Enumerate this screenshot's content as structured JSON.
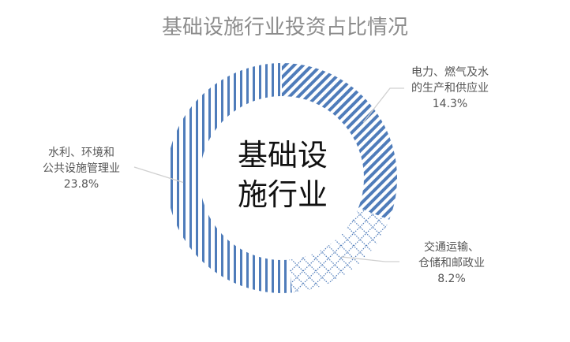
{
  "chart_data": {
    "type": "pie",
    "variant": "doughnut",
    "title": "基础设施行业投资占比情况",
    "center_label": [
      "基础设",
      "施行业"
    ],
    "slices": [
      {
        "name_lines": [
          "电力、燃气及水",
          "的生产和供应业"
        ],
        "name": "电力、燃气及水的生产和供应业",
        "value": 14.3,
        "label": "14.3%",
        "pattern": "diagonal"
      },
      {
        "name_lines": [
          "交通运输、",
          "仓储和邮政业"
        ],
        "name": "交通运输、仓储和邮政业",
        "value": 8.2,
        "label": "8.2%",
        "pattern": "grid"
      },
      {
        "name_lines": [
          "水利、环境和",
          "公共设施管理业"
        ],
        "name": "水利、环境和公共设施管理业",
        "value": 23.8,
        "label": "23.8%",
        "pattern": "vertical"
      }
    ],
    "colors": {
      "series": "#4f7cba",
      "leader": "#d0d0d0"
    }
  }
}
